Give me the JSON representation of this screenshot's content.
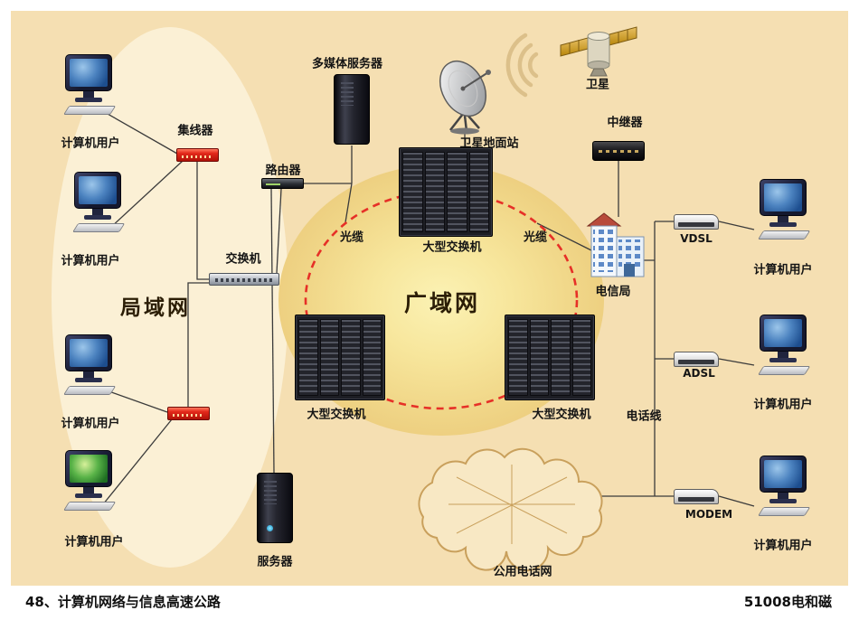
{
  "page": {
    "footer_left": "48、计算机网络与信息高速公路",
    "footer_right": "51008电和磁",
    "background": "#F5DFB2",
    "lan_fill": "#FBF0D5",
    "ring_color": "#E63027",
    "hub_color": "#D91F12"
  },
  "zones": {
    "lan": "局域网",
    "wan": "广域网"
  },
  "labels": {
    "computer_user": "计算机用户",
    "hub": "集线器",
    "switch": "交换机",
    "router": "路由器",
    "multimedia_server": "多媒体服务器",
    "satellite_ground_station": "卫星地面站",
    "satellite": "卫星",
    "repeater": "中继器",
    "telecom_office": "电信局",
    "large_switch": "大型交换机",
    "fiber_cable": "光缆",
    "server": "服务器",
    "public_phone_network": "公用电话网",
    "phone_line": "电话线",
    "vdsl": "VDSL",
    "adsl": "ADSL",
    "modem": "MODEM"
  }
}
